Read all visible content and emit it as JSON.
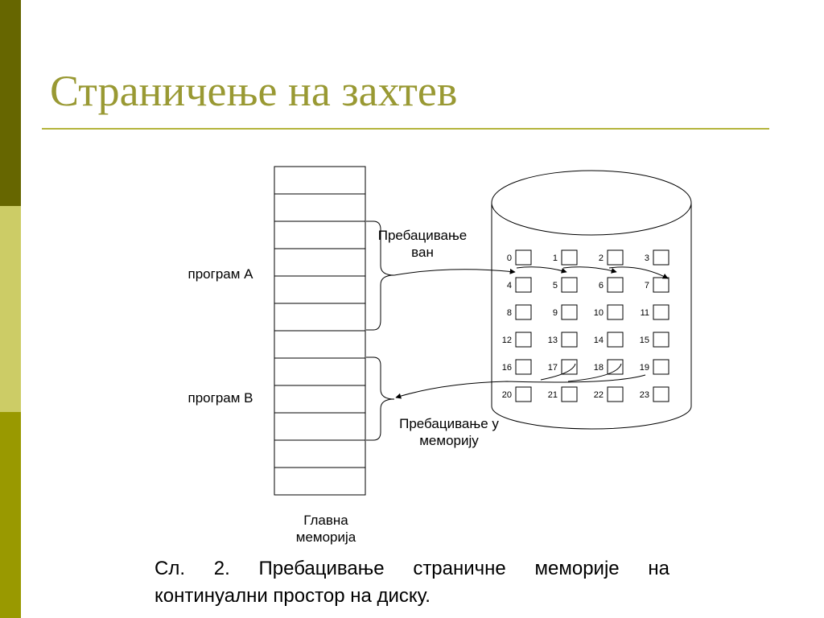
{
  "slide": {
    "title": "Страничење на захтев",
    "caption": "Сл. 2. Пребацивање страничне меморије на континуални простор на диску."
  },
  "diagram": {
    "program_a": "програм A",
    "program_b": "програм B",
    "main_memory": "Главна меморија",
    "swap_out": "Пребацивање ван",
    "swap_in": "Пребацивање у меморију",
    "disk_pages": [
      "0",
      "1",
      "2",
      "3",
      "4",
      "5",
      "6",
      "7",
      "8",
      "9",
      "10",
      "11",
      "12",
      "13",
      "14",
      "15",
      "16",
      "17",
      "18",
      "19",
      "20",
      "21",
      "22",
      "23"
    ]
  },
  "colors": {
    "title": "#999933",
    "rule": "#b4b43c",
    "stripe_top": "#666600",
    "stripe_middle": "#cccc66",
    "stripe_bottom": "#999900"
  }
}
